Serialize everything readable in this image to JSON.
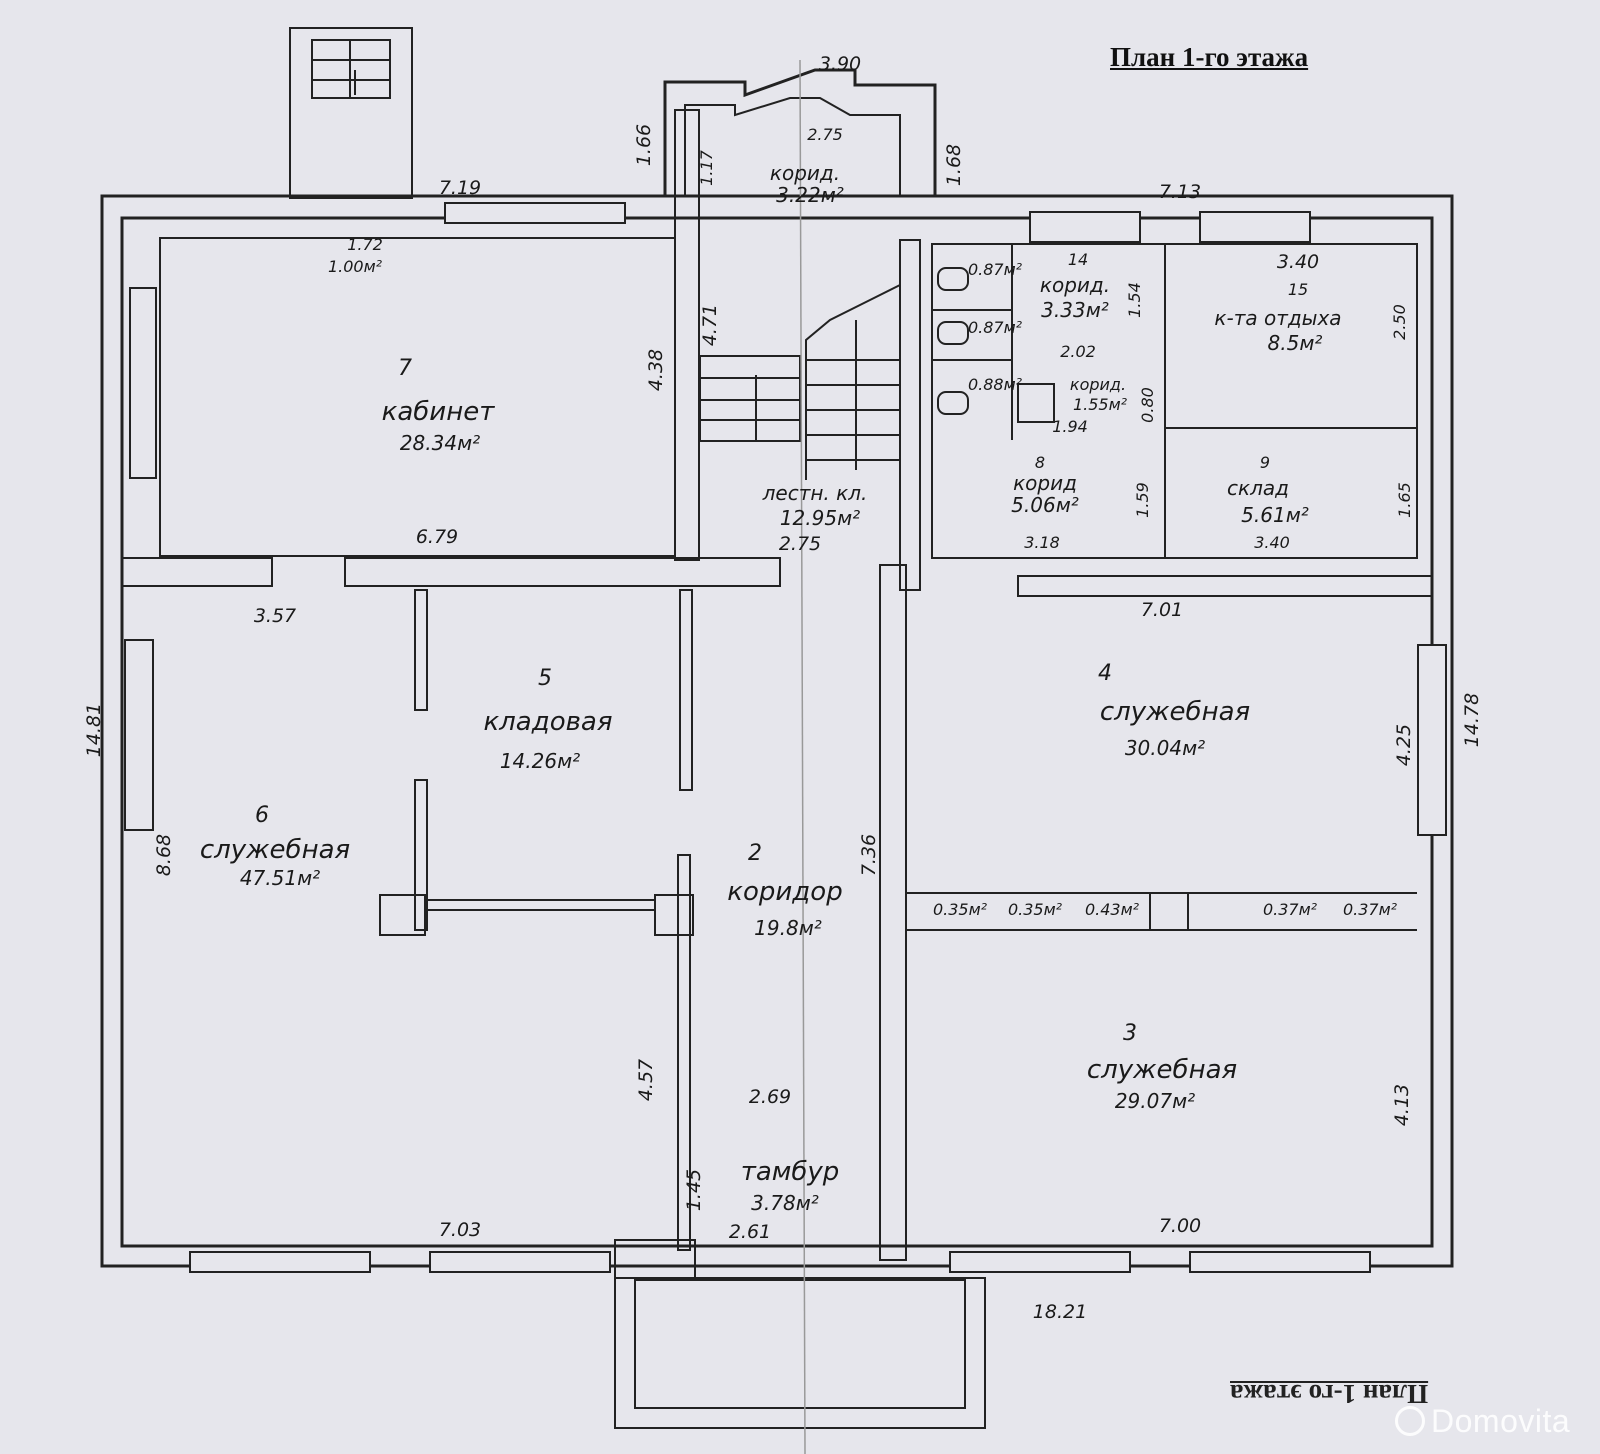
{
  "title": "План 1-го этажа",
  "title_mirrored": "План 1-го этажа",
  "watermark": "Domovita",
  "rooms": [
    {
      "num": "7",
      "name": "кабинет",
      "area": "28.34м²"
    },
    {
      "num": "5",
      "name": "кладовая",
      "area": "14.26м²"
    },
    {
      "num": "6",
      "name": "служебная",
      "area": "47.51м²"
    },
    {
      "num": "2",
      "name": "коридор",
      "area": "19.8м²"
    },
    {
      "num": "4",
      "name": "служебная",
      "area": "30.04м²"
    },
    {
      "num": "3",
      "name": "служебная",
      "area": "29.07м²"
    },
    {
      "num": "",
      "name": "тамбур",
      "area": "3.78м²"
    },
    {
      "num": "",
      "name": "лестн. кл.",
      "area": "12.95м²"
    },
    {
      "num": "",
      "name": "корид.",
      "area": "3.22м²"
    },
    {
      "num": "14",
      "name": "корид.",
      "area": "3.33м²"
    },
    {
      "num": "15",
      "name": "к-та отдыха",
      "area": "8.5м²"
    },
    {
      "num": "8",
      "name": "корид",
      "area": "5.06м²"
    },
    {
      "num": "9",
      "name": "склад",
      "area": "5.61м²"
    },
    {
      "num": "",
      "name": "корид.",
      "area": "1.55м²"
    },
    {
      "num": "",
      "name": "",
      "area": "1.00м²"
    }
  ],
  "small_areas": [
    "0.87м²",
    "0.87м²",
    "0.88м²",
    "0.35м²",
    "0.35м²",
    "0.43м²",
    "0.37м²",
    "0.37м²"
  ],
  "dimensions": [
    "3.90",
    "2.75",
    "1.17",
    "1.66",
    "1.68",
    "7.19",
    "7.13",
    "1.72",
    "14",
    "3.40",
    "1.54",
    "2.50",
    "2.02",
    "0.80",
    "1.94",
    "1.59",
    "1.65",
    "3.18",
    "3.40",
    "4.38",
    "4.71",
    "6.79",
    "2.75",
    "3.57",
    "7.01",
    "14.81",
    "14.78",
    "4.25",
    "8.68",
    "7.36",
    "4.57",
    "2.69",
    "4.13",
    "1.45",
    "2.61",
    "7.03",
    "7.00",
    "18.21"
  ]
}
